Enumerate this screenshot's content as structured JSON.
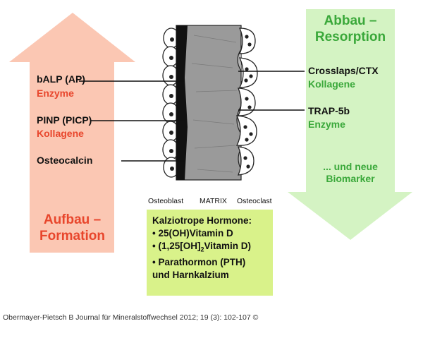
{
  "formation": {
    "title_line1": "Aufbau –",
    "title_line2": "Formation",
    "markers": [
      {
        "name": "bALP (AP)",
        "type": "Enzyme"
      },
      {
        "name": "PINP (PICP)",
        "type": "Kollagene"
      },
      {
        "name": "Osteocalcin",
        "type": ""
      }
    ]
  },
  "resorption": {
    "title_line1": "Abbau –",
    "title_line2": "Resorption",
    "markers": [
      {
        "name": "Crosslaps/CTX",
        "type": "Kollagene"
      },
      {
        "name": "TRAP-5b",
        "type": "Enzyme"
      }
    ],
    "extra_line1": "... und neue",
    "extra_line2": "Biomarker"
  },
  "bone_labels": {
    "osteoblast": "Osteoblast",
    "matrix": "MATRIX",
    "osteoclast": "Osteoclast"
  },
  "hormones": {
    "title": "Kalziotrope Hormone:",
    "item1": "• 25(OH)Vitamin D",
    "item2_pre": "• (1,25[OH]",
    "item2_sub": "2",
    "item2_post": "Vitamin D)",
    "item3": "• Parathormon (PTH)",
    "item4": "und Harnkalzium"
  },
  "citation": "Obermayer-Pietsch B Journal für Mineralstoffwechsel 2012; 19 (3): 102-107 ©",
  "colors": {
    "formation_arrow": "#fbc7b3",
    "resorption_arrow": "#d4f3c3",
    "formation_text": "#e8462c",
    "resorption_text": "#3aa83a",
    "hormone_box": "#d9f28a"
  }
}
